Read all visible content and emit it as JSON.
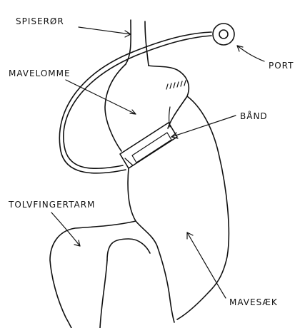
{
  "labels": {
    "esophagus": "SPISERØR",
    "port": "PORT",
    "stomach_pouch": "MAVELOMME",
    "band": "BÅND",
    "duodenum": "TOLVFINGERTARM",
    "stomach": "MAVESÆK"
  },
  "colors": {
    "ink": "#111111",
    "background": "#ffffff"
  }
}
